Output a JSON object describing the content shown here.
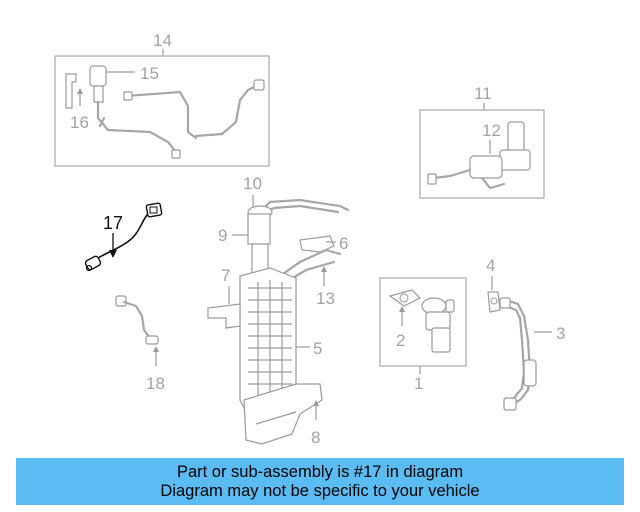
{
  "diagram": {
    "callouts": {
      "c1": "1",
      "c2": "2",
      "c3": "3",
      "c4": "4",
      "c5": "5",
      "c6": "6",
      "c7": "7",
      "c8": "8",
      "c9": "9",
      "c10": "10",
      "c11": "11",
      "c12": "12",
      "c13": "13",
      "c14": "14",
      "c15": "15",
      "c16": "16",
      "c17": "17",
      "c18": "18"
    },
    "highlighted_part": "17",
    "highlight_color": "#111111",
    "part_line_color": "#9a9a9a",
    "banner_color": "#5bbcf3"
  },
  "banner": {
    "line1": "Part or sub-assembly is #17 in diagram",
    "line2": "Diagram may not be specific to your vehicle"
  }
}
